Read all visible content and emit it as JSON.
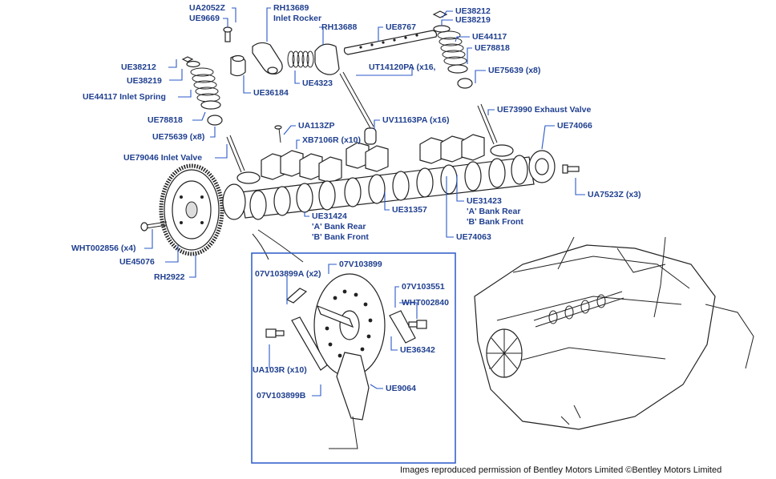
{
  "colors": {
    "label": "#1f3f8f",
    "leader": "#2a58c8",
    "drawing": "#222222"
  },
  "labels": {
    "ua2052z": "UA2052Z",
    "ue9669": "UE9669",
    "rh13689": "RH13689",
    "inlet_rocker": "Inlet Rocker",
    "rh13688": "RH13688",
    "ue8767": "UE8767",
    "ue38212_right": "UE38212",
    "ue38219_right": "UE38219",
    "ue44117_right": "UE44117",
    "ue78818_right": "UE78818",
    "ue75639_right": "UE75639 (x8)",
    "ut14120pa": "UT14120PA (x16,",
    "ue4323": "UE4323",
    "ue36184": "UE36184",
    "ue38212_left": "UE38212",
    "ue38219_left": "UE38219",
    "ue44117_inlet_spring": "UE44117 Inlet Spring",
    "ue78818_left": "UE78818",
    "ue75639_left": "UE75639 (x8)",
    "ue79046_inlet_valve": "UE79046 Inlet Valve",
    "ua113zp": "UA113ZP",
    "xb7106r": "XB7106R (x10)",
    "uv11163pa": "UV11163PA (x16)",
    "ue73990_exhaust_valve": "UE73990 Exhaust Valve",
    "ue74066": "UE74066",
    "ua7523z": "UA7523Z (x3)",
    "ue31423": "UE31423",
    "ue31423_a_bank": "'A' Bank Rear",
    "ue31423_b_bank": "'B' Bank Front",
    "ue31357": "UE31357",
    "ue31424": "UE31424",
    "ue31424_a_bank": "'A' Bank Rear",
    "ue31424_b_bank": "'B' Bank Front",
    "ue74063": "UE74063",
    "wht002856": "WHT002856 (x4)",
    "ue45076": "UE45076",
    "rh2922": "RH2922",
    "v07103899a": "07V103899A (x2)",
    "v07103899": "07V103899",
    "v07103551": "07V103551",
    "wht002840": "WHT002840",
    "ue36342": "UE36342",
    "ua103r": "UA103R (x10)",
    "ue9064": "UE9064",
    "v07103899b": "07V103899B"
  },
  "copyright": "Images reproduced permission of Bentley Motors Limited ©Bentley Motors Limited"
}
